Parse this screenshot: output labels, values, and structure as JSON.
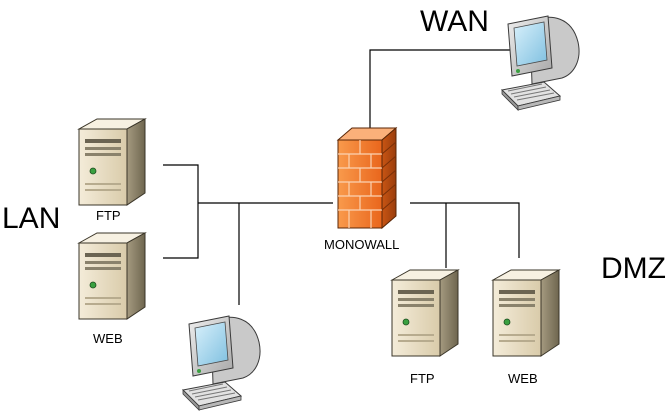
{
  "zones": {
    "wan": "WAN",
    "lan": "LAN",
    "dmz": "DMZ"
  },
  "nodes": {
    "firewall": {
      "label": "MONOWALL",
      "icon": "firewall-icon"
    },
    "lan_ftp": {
      "label": "FTP",
      "icon": "server-icon"
    },
    "lan_web": {
      "label": "WEB",
      "icon": "server-icon"
    },
    "dmz_ftp": {
      "label": "FTP",
      "icon": "server-icon"
    },
    "dmz_web": {
      "label": "WEB",
      "icon": "server-icon"
    },
    "wan_pc": {
      "icon": "computer-icon"
    },
    "lan_pc": {
      "icon": "computer-icon"
    }
  },
  "colors": {
    "line": "#000000",
    "server_body": "#e8dcc4",
    "firewall": "#f07a2a",
    "screen": "#a9d8ee"
  }
}
